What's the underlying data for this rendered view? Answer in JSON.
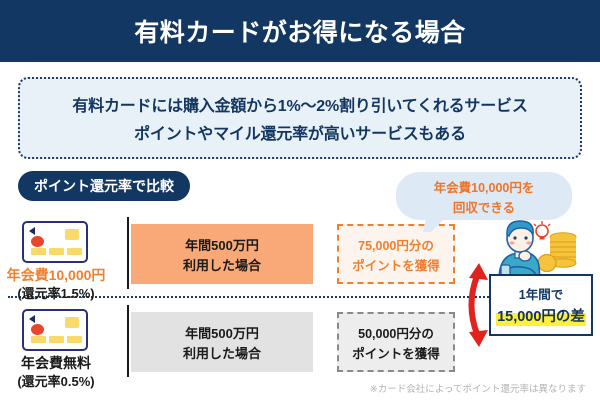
{
  "header": {
    "title": "有料カードがお得になる場合",
    "bg_color": "#133763"
  },
  "lead": {
    "line1": "有料カードには購入金額から1%〜2%割り引いてくれるサービス",
    "line2": "ポイントやマイル還元率が高いサービスもある",
    "bg_color": "#e8f1f8",
    "border_color": "#1b3b66"
  },
  "section_badge": {
    "label": "ポイント還元率で比較"
  },
  "comparison": {
    "rows": [
      {
        "card_icon": "credit-card-icon",
        "fee_label": "年会費10,000円",
        "fee_sub": "(還元率1.5%)",
        "fee_color": "#f08030",
        "usage_line1": "年間500万円",
        "usage_line2": "利用した場合",
        "bar_color": "#f9a878",
        "points_line1": "75,000円分の",
        "points_line2": "ポイントを獲得",
        "points_color": "#f08030"
      },
      {
        "card_icon": "credit-card-icon",
        "fee_label": "年会費無料",
        "fee_sub": "(還元率0.5%)",
        "fee_color": "#1a1a1a",
        "usage_line1": "年間500万円",
        "usage_line2": "利用した場合",
        "bar_color": "#e2e2e2",
        "points_line1": "50,000円分の",
        "points_line2": "ポイントを獲得",
        "points_color": "#1a1a1a"
      }
    ]
  },
  "bubble": {
    "line1": "年会費10,000円を",
    "line2": "回収できる",
    "text_color": "#f0742a",
    "bg_color": "#ddeaf5"
  },
  "result": {
    "top_line": "1年間で",
    "main_line": "15,000円の差",
    "highlight_color": "#ffef3a",
    "border_color": "#133763"
  },
  "illustration": {
    "person": "thinking-person-icon",
    "idea": "lightbulb-icon",
    "coins": "coin-stack-icon",
    "arrow": "double-headed-arrow-icon"
  },
  "footnote": {
    "text": "※カード会社によってポイント還元率は異なります"
  },
  "chart_data": {
    "type": "bar",
    "title": "ポイント還元率で比較",
    "categories": [
      "年会費10,000円(還元率1.5%)",
      "年会費無料(還元率0.5%)"
    ],
    "annual_spend_yen": 5000000,
    "series": [
      {
        "name": "獲得ポイント(円分)",
        "values": [
          75000,
          50000
        ]
      }
    ],
    "difference_yen": 15000,
    "annual_fee_yen": [
      10000,
      0
    ],
    "xlabel": "",
    "ylabel": "",
    "legend": "none",
    "grid": false
  }
}
